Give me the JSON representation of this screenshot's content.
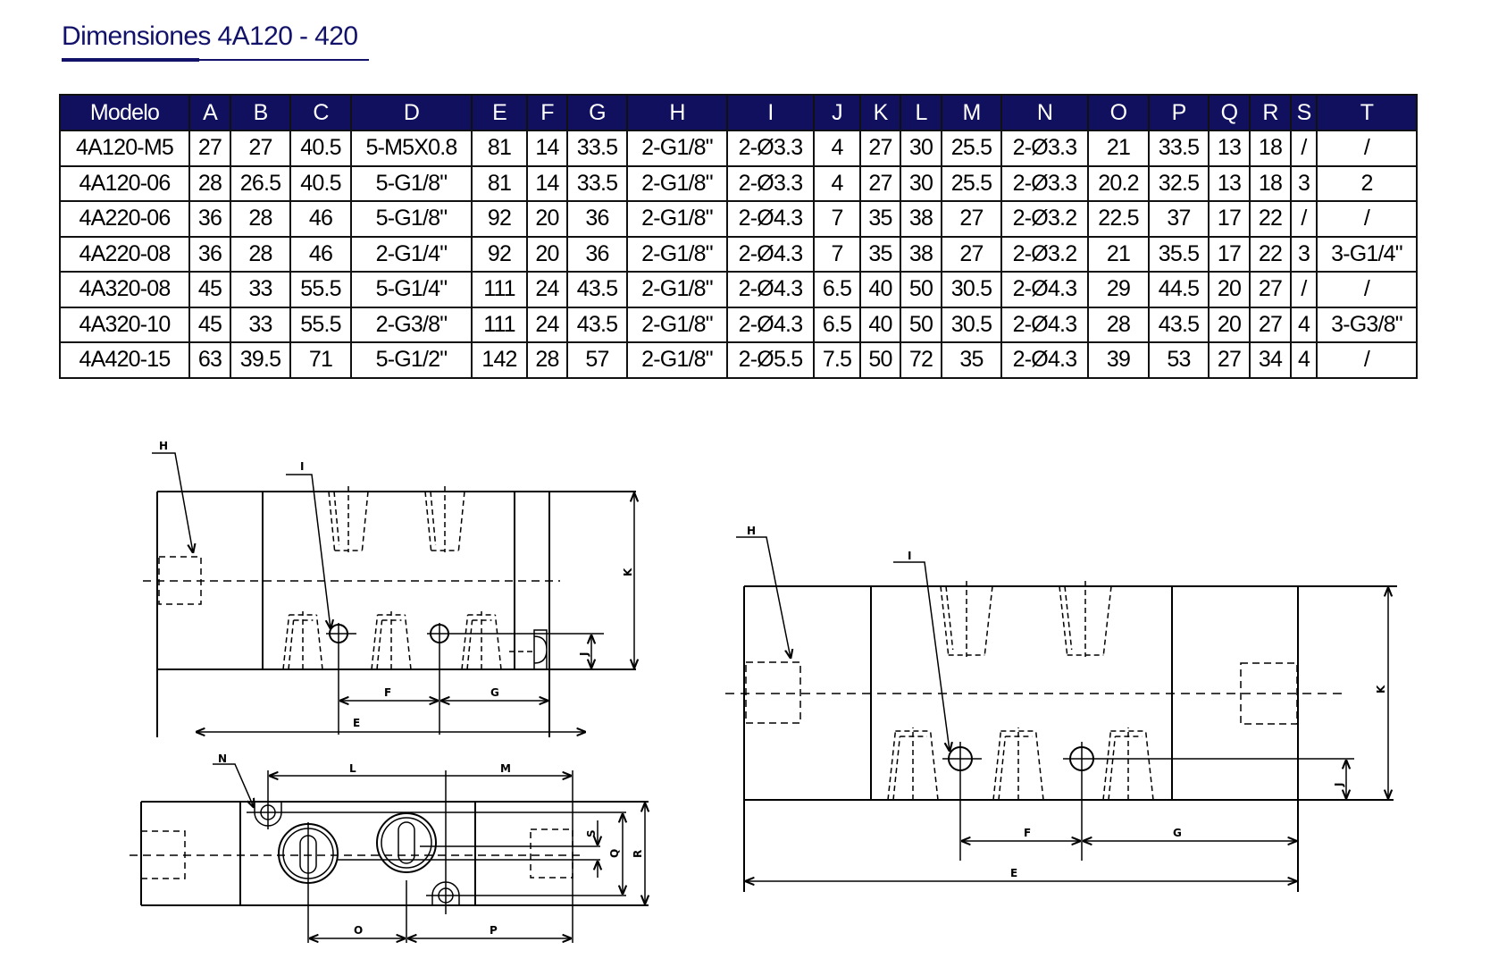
{
  "title": "Dimensiones 4A120 - 420",
  "colors": {
    "header_bg": "#10105e",
    "title": "#12126b"
  },
  "table": {
    "headers": [
      "Modelo",
      "A",
      "B",
      "C",
      "D",
      "E",
      "F",
      "G",
      "H",
      "I",
      "J",
      "K",
      "L",
      "M",
      "N",
      "O",
      "P",
      "Q",
      "R",
      "S",
      "T"
    ],
    "rows": [
      [
        "4A120-M5",
        "27",
        "27",
        "40.5",
        "5-M5X0.8",
        "81",
        "14",
        "33.5",
        "2-G1/8\"",
        "2-Ø3.3",
        "4",
        "27",
        "30",
        "25.5",
        "2-Ø3.3",
        "21",
        "33.5",
        "13",
        "18",
        "/",
        "/"
      ],
      [
        "4A120-06",
        "28",
        "26.5",
        "40.5",
        "5-G1/8\"",
        "81",
        "14",
        "33.5",
        "2-G1/8\"",
        "2-Ø3.3",
        "4",
        "27",
        "30",
        "25.5",
        "2-Ø3.3",
        "20.2",
        "32.5",
        "13",
        "18",
        "3",
        "2"
      ],
      [
        "4A220-06",
        "36",
        "28",
        "46",
        "5-G1/8\"",
        "92",
        "20",
        "36",
        "2-G1/8\"",
        "2-Ø4.3",
        "7",
        "35",
        "38",
        "27",
        "2-Ø3.2",
        "22.5",
        "37",
        "17",
        "22",
        "/",
        "/"
      ],
      [
        "4A220-08",
        "36",
        "28",
        "46",
        "2-G1/4\"",
        "92",
        "20",
        "36",
        "2-G1/8\"",
        "2-Ø4.3",
        "7",
        "35",
        "38",
        "27",
        "2-Ø3.2",
        "21",
        "35.5",
        "17",
        "22",
        "3",
        "3-G1/4\""
      ],
      [
        "4A320-08",
        "45",
        "33",
        "55.5",
        "5-G1/4\"",
        "111",
        "24",
        "43.5",
        "2-G1/8\"",
        "2-Ø4.3",
        "6.5",
        "40",
        "50",
        "30.5",
        "2-Ø4.3",
        "29",
        "44.5",
        "20",
        "27",
        "/",
        "/"
      ],
      [
        "4A320-10",
        "45",
        "33",
        "55.5",
        "2-G3/8\"",
        "111",
        "24",
        "43.5",
        "2-G1/8\"",
        "2-Ø4.3",
        "6.5",
        "40",
        "50",
        "30.5",
        "2-Ø4.3",
        "28",
        "43.5",
        "20",
        "27",
        "4",
        "3-G3/8\""
      ],
      [
        "4A420-15",
        "63",
        "39.5",
        "71",
        "5-G1/2\"",
        "142",
        "28",
        "57",
        "2-G1/8\"",
        "2-Ø5.5",
        "7.5",
        "50",
        "72",
        "35",
        "2-Ø4.3",
        "39",
        "53",
        "27",
        "34",
        "4",
        "/"
      ]
    ]
  },
  "drawings": {
    "front_small": {
      "H": "H",
      "I": "I",
      "K": "K",
      "J": "J",
      "F": "F",
      "G": "G",
      "E": "E"
    },
    "top_view": {
      "N": "N",
      "L": "L",
      "M": "M",
      "S": "S",
      "Q": "Q",
      "R": "R",
      "O": "O",
      "P": "P"
    },
    "front_large": {
      "H": "H",
      "I": "I",
      "K": "K",
      "J": "J",
      "F": "F",
      "G": "G",
      "E": "E"
    }
  }
}
